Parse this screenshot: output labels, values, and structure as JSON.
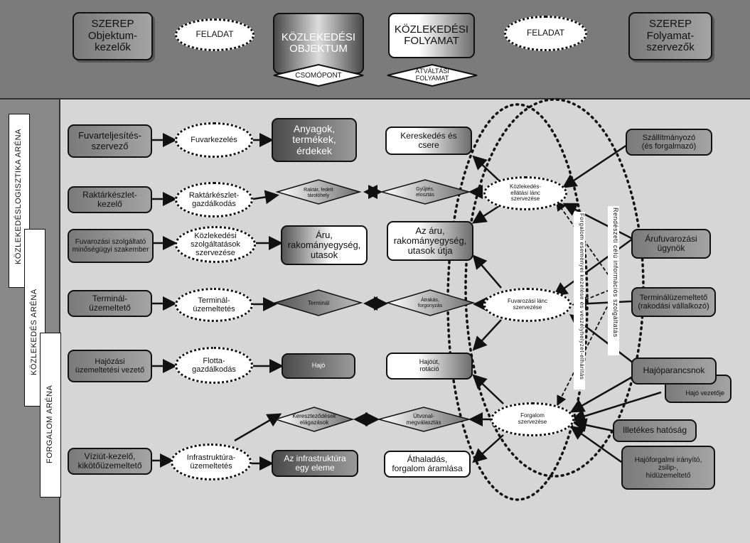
{
  "header": {
    "role_objects": "SZEREP\nObjektum-\nkezelők",
    "task_left": "FELADAT",
    "transport_object": "KÖZLEKEDÉSI\nOBJEKTUM",
    "transport_process": "KÖZLEKEDÉSI\nFOLYAMAT",
    "task_right": "FELADAT",
    "role_process": "SZEREP\nFolyamat-\nszervezők",
    "node_label": "CSOMÓPONT",
    "transfer_label": "ÁTVÁLTÁSI\nFOLYAMAT"
  },
  "arenas": {
    "logistics": "KÖZLEKEDÉSLOGISZTIKA ARÉNA",
    "transport": "KÖZLEKEDÉS ARÉNA",
    "traffic": "FORGALOM ARÉNA"
  },
  "roles_left": {
    "r1": "Fuvarteljesítés-\nszervező",
    "r2": "Raktárkészlet-\nkezelő",
    "r3": "Fuvarozási szolgáltató\nminőségügyi szakember",
    "r4": "Terminál-\nüzemeltető",
    "r5": "Hajózási\nüzemeltetési vezető",
    "r6": "Víziút-kezelő,\nkikötőüzemeltető"
  },
  "tasks_left": {
    "t1": "Fuvarkezelés",
    "t2": "Raktárkészlet-\ngazdálkodás",
    "t3": "Közlekedési\nszolgáltatások\nszervezése",
    "t4": "Terminál-\nüzemeltetés",
    "t5": "Flotta-\ngazdálkodás",
    "t6": "Infrastruktúra-\nüzemeltetés"
  },
  "objects": {
    "o1": "Anyagok,\ntermékek,\nérdekek",
    "o2": "Raktár, fedett\ntárolóhely",
    "o3": "Áru,\nrakományegység,\nutasok",
    "o4": "Terminál",
    "o5": "Hajó",
    "o6": "Kereszteződések\nelágazások",
    "o7": "Az infrastruktúra\negy eleme"
  },
  "processes": {
    "p1": "Kereskedés és\ncsere",
    "p2": "Gyűjtés,\nelosztás",
    "p3": "Az áru,\nrakományegység,\nutasok útja",
    "p4": "Átrakás,\nforgonyzás",
    "p5": "Hajóút,\nrotáció",
    "p6": "Útvonal-\nmegválasztás",
    "p7": "Áthaladás,\nforgalom áramlása"
  },
  "tasks_right": {
    "tr1": "Közlekedés-\nellátási lánc\nszervezése",
    "tr2": "Fuvarozási lánc\nszervezése",
    "tr3": "Forgalom\nszervezése"
  },
  "vertical_texts": {
    "v1": "Forgalom eseményei kezelése és veszélyhelyzet-elhárítás",
    "v2": "Rendészeti célú információs szolgáltatás"
  },
  "roles_right": {
    "rr1": "Szállítmányozó\n(és forgalmazó)",
    "rr2": "Árufuvarozási\nügynök",
    "rr3": "Terminálüzemeltető\n(rakodási vállalkozó)",
    "rr4": "Hajóparancsnok",
    "rr5": "Hajó vezetője",
    "rr6": "Illetékes hatóság",
    "rr7": "Hajóforgalmi irányító,\nzsilip-,\nhídüzemeltető"
  },
  "colors": {
    "header_bg": "#7b7b7b",
    "left_band_bg": "#888888",
    "main_bg": "#d6d6d6"
  }
}
